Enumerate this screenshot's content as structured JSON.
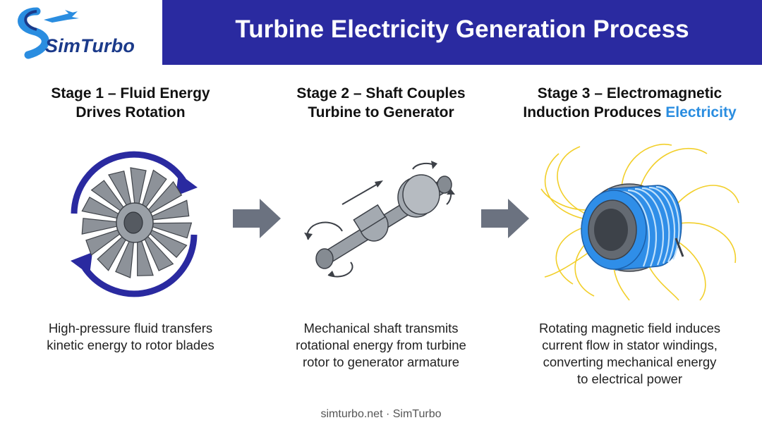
{
  "brand": {
    "name": "SimTurbo"
  },
  "header": {
    "title": "Turbine Electricity Generation Process"
  },
  "stages": [
    {
      "title_line1": "Stage 1 – Fluid Energy",
      "title_line2": "Drives Rotation",
      "desc_line1": "High-pressure fluid transfers",
      "desc_line2": "kinetic energy to rotor blades",
      "icon": "turbine-rotor-icon"
    },
    {
      "title_line1": "Stage 2 – Shaft Couples",
      "title_line2": "Turbine to Generator",
      "desc_line1": "Mechanical shaft transmits",
      "desc_line2": "rotational energy from turbine",
      "desc_line3": "rotor to generator armature",
      "icon": "shaft-icon"
    },
    {
      "title_line1": "Stage 3 – Electromagnetic",
      "title_line2_prefix": "Induction Produces ",
      "title_line2_highlight": "Electricity",
      "desc_line1": "Rotating magnetic field induces",
      "desc_line2": "current flow in stator windings,",
      "desc_line3": "converting mechanical energy",
      "desc_line4": "to electrical power",
      "icon": "coil-icon"
    }
  ],
  "footer": {
    "text": "simturbo.net · SimTurbo"
  },
  "colors": {
    "banner": "#2a2aa0",
    "highlight": "#2a8de0",
    "arrow": "#6b7280",
    "coil": "#2f8ee8"
  }
}
